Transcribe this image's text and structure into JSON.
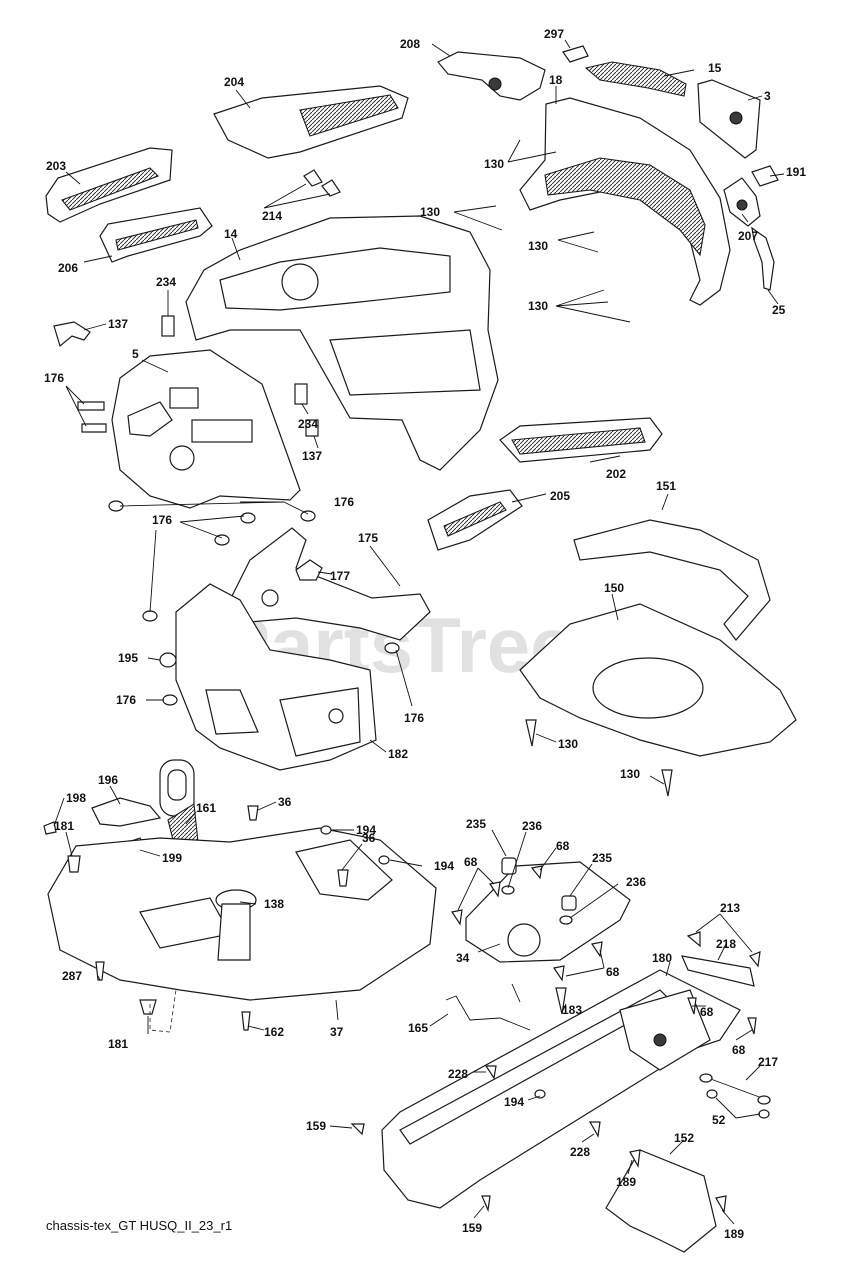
{
  "watermark": "PartsTree",
  "caption": "chassis-tex_GT HUSQ_II_23_r1",
  "callouts": {
    "c297": "297",
    "c208": "208",
    "c15": "15",
    "c18": "18",
    "c3": "3",
    "c204": "204",
    "c130a": "130",
    "c191": "191",
    "c203": "203",
    "c214": "214",
    "c130b": "130",
    "c130c": "130",
    "c207": "207",
    "c206": "206",
    "c14": "14",
    "c234a": "234",
    "c130d": "130",
    "c25": "25",
    "c137a": "137",
    "c5": "5",
    "c176a": "176",
    "c234b": "234",
    "c202": "202",
    "c137b": "137",
    "c176b": "176",
    "c151": "151",
    "c205": "205",
    "c176c": "176",
    "c175": "175",
    "c177": "177",
    "c150": "150",
    "c195": "195",
    "c176d": "176",
    "c176e": "176",
    "c130e": "130",
    "c182": "182",
    "c130f": "130",
    "c196": "196",
    "c198": "198",
    "c36a": "36",
    "c161": "161",
    "c181a": "181",
    "c194a": "194",
    "c36b": "36",
    "c199": "199",
    "c235a": "235",
    "c236a": "236",
    "c68a": "68",
    "c68b": "68",
    "c235b": "235",
    "c194b": "194",
    "c236b": "236",
    "c138": "138",
    "c213": "213",
    "c34": "34",
    "c218": "218",
    "c68c": "68",
    "c180": "180",
    "c287": "287",
    "c183": "183",
    "c68d": "68",
    "c181b": "181",
    "c162": "162",
    "c37": "37",
    "c165": "165",
    "c68e": "68",
    "c217": "217",
    "c228a": "228",
    "c194c": "194",
    "c52": "52",
    "c159a": "159",
    "c228b": "228",
    "c152": "152",
    "c189a": "189",
    "c159b": "159",
    "c189b": "189"
  }
}
